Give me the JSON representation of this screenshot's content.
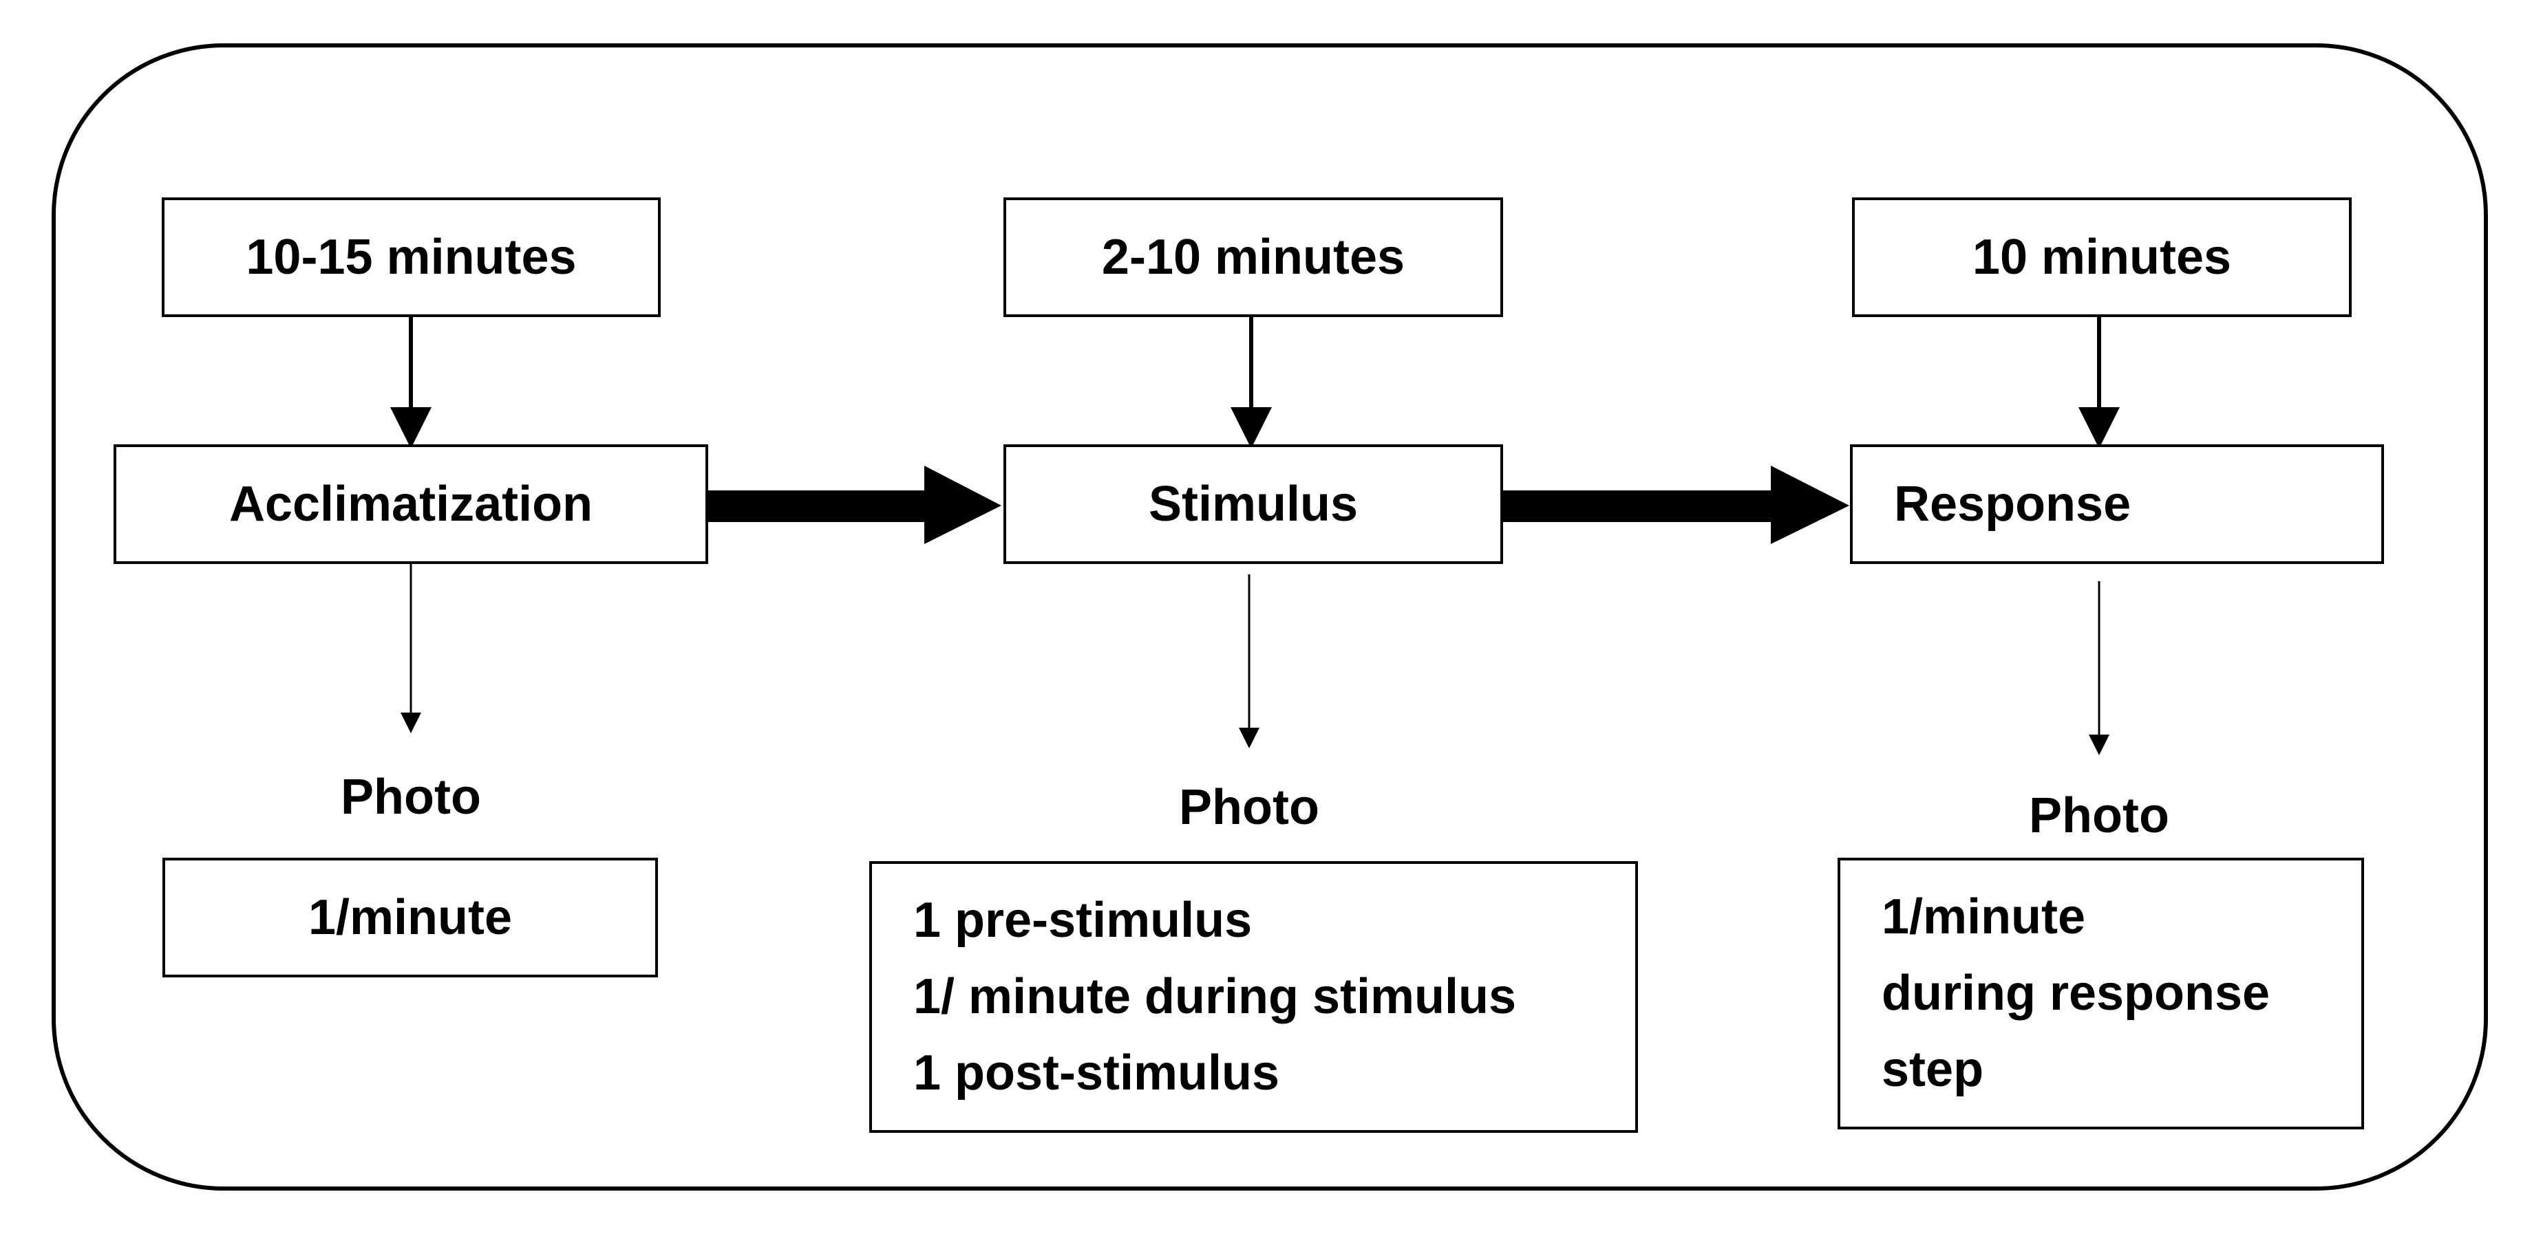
{
  "stages": [
    {
      "duration": "10-15 minutes",
      "name": "Acclimatization",
      "photo_label": "Photo",
      "photo_lines": [
        "1/minute"
      ]
    },
    {
      "duration": "2-10 minutes",
      "name": "Stimulus",
      "photo_label": "Photo",
      "photo_lines": [
        "1 pre-stimulus",
        "1/ minute during stimulus",
        "1 post-stimulus"
      ]
    },
    {
      "duration": "10 minutes",
      "name": "Response",
      "photo_label": "Photo",
      "photo_lines": [
        "1/minute",
        "during response",
        "step"
      ]
    }
  ]
}
